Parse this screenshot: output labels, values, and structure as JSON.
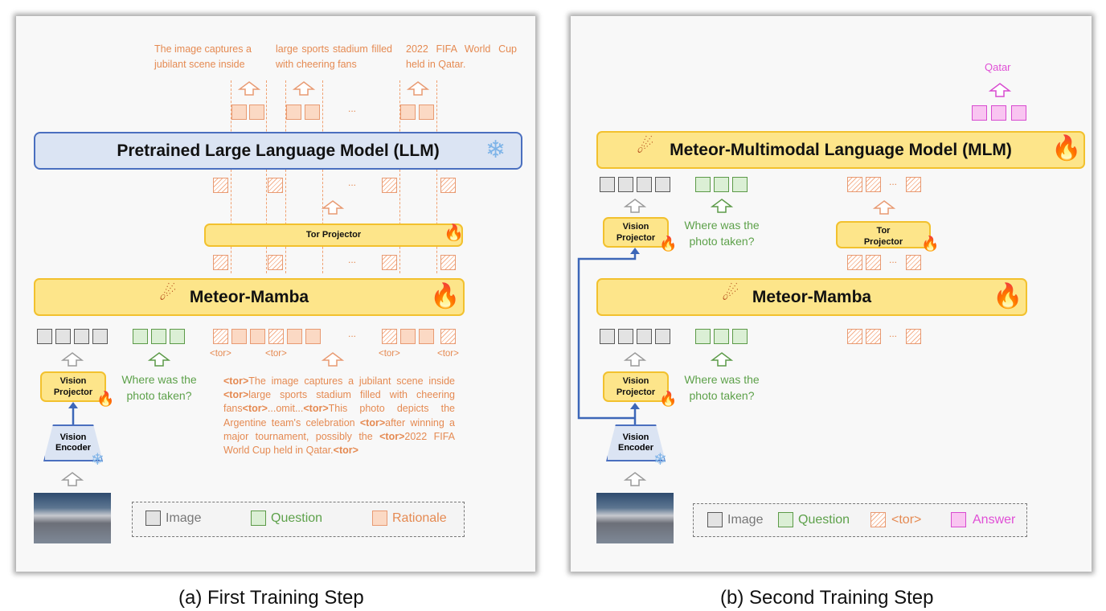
{
  "left": {
    "caption": "(a) First Training Step",
    "top_texts": [
      "The image captures a jubilant scene inside",
      "large sports stadium filled with cheering fans",
      "2022 FIFA World Cup held in Qatar."
    ],
    "ellipsis": "...",
    "llm_label": "Pretrained Large Language Model (LLM)",
    "tor_projector_label": "Tor Projector",
    "mamba_label": "Meteor-Mamba",
    "tor_token": "<tor>",
    "question": "Where was the photo taken?",
    "vision_projector": "Vision Projector",
    "vision_encoder": "Vision Encoder",
    "rationale_parts": [
      {
        "tag": "<tor>",
        "text": "The image captures a jubilant scene inside "
      },
      {
        "tag": "<tor>",
        "text": "large sports stadium filled with cheering fans"
      },
      {
        "tag": "<tor>",
        "text": "...omit..."
      },
      {
        "tag": "<tor>",
        "text": "This photo depicts the Argentine team's celebration "
      },
      {
        "tag": "<tor>",
        "text": "after winning a major tournament, possibly the "
      },
      {
        "tag": "<tor>",
        "text": "2022 FIFA World Cup held in Qatar."
      },
      {
        "tag": "<tor>",
        "text": ""
      }
    ],
    "legend": {
      "image": "Image",
      "question": "Question",
      "rationale": "Rationale"
    }
  },
  "right": {
    "caption": "(b) Second Training Step",
    "answer_text": "Qatar",
    "mlm_label": "Meteor-Multimodal Language Model (MLM)",
    "mamba_label": "Meteor-Mamba",
    "tor_projector_label": "Tor Projector",
    "vision_projector": "Vision Projector",
    "vision_encoder": "Vision Encoder",
    "question": "Where was the photo taken?",
    "ellipsis": "...",
    "legend": {
      "image": "Image",
      "question": "Question",
      "tor": "<tor>",
      "answer": "Answer"
    }
  },
  "icons": [
    "snowflake-icon",
    "fire-icon",
    "meteor-icon",
    "up-arrow-icon"
  ],
  "colors": {
    "orange": "#e58a52",
    "green": "#5da14a",
    "magenta": "#e04fd6",
    "llm_blue": "#4a6fbf",
    "yellow": "#fde58a"
  }
}
